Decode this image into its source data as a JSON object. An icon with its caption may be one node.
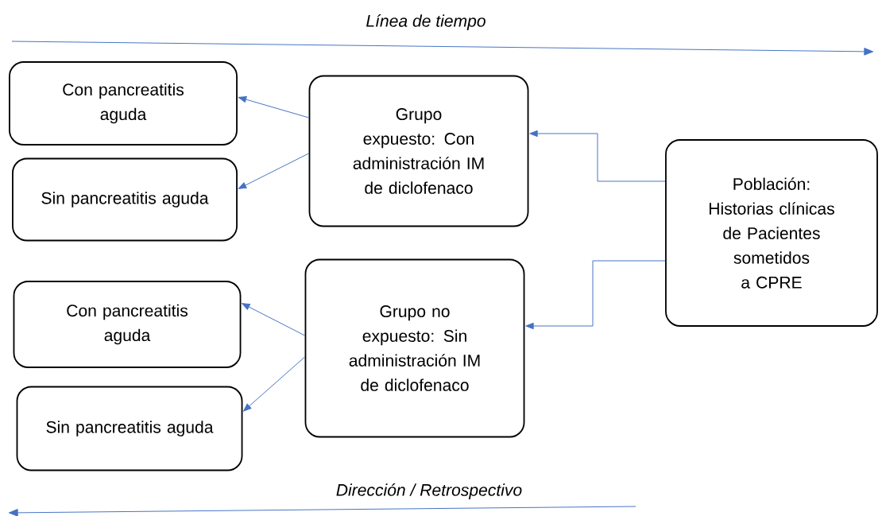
{
  "diagram": {
    "nodes": [
      {
        "text": [
          "Con pancreatitis aguda"
        ]
      },
      {
        "text": [
          "Sin pancreatitis aguda"
        ]
      },
      {
        "text": [
          "Grupo expuesto: Con administración IM de diclofenaco"
        ]
      },
      {
        "text": [
          "Población: Historias clínicas de Pacientes sometidos a CPRE"
        ]
      },
      {
        "text": [
          "Con pancreatitis aguda"
        ]
      },
      {
        "text": [
          "Sin pancreatitis aguda"
        ]
      },
      {
        "text": [
          "Grupo no expuesto: Sin administración IM de diclofenaco"
        ]
      }
    ],
    "edges": [
      {
        "from": 3,
        "to": 2,
        "arrow": "to"
      },
      {
        "from": 3,
        "to": 6,
        "arrow": "to"
      },
      {
        "from": 2,
        "to": 0,
        "arrow": "to"
      },
      {
        "from": 2,
        "to": 1,
        "arrow": "to"
      },
      {
        "from": 6,
        "to": 4,
        "arrow": "to"
      },
      {
        "from": 6,
        "to": 5,
        "arrow": "to"
      }
    ],
    "labels": [
      "Línea de tiempo",
      "Dirección / Retrospectivo"
    ]
  }
}
